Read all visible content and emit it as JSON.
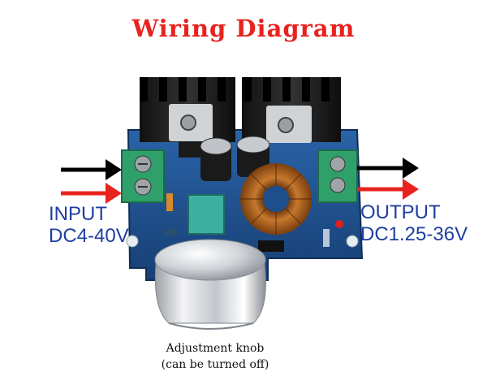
{
  "title": "Wiring Diagram",
  "input": {
    "line1": "INPUT",
    "line2": "DC4-40V"
  },
  "output": {
    "line1": "OUTPUT",
    "line2": "DC1.25-36V"
  },
  "knob_caption": {
    "line1": "Adjustment knob",
    "line2": "(can be turned off)"
  },
  "colors": {
    "title": "#e8231e",
    "label": "#1f3ea0",
    "wire_positive": "#e8231e",
    "wire_negative": "#000000",
    "pcb": "#1d4f8c"
  }
}
